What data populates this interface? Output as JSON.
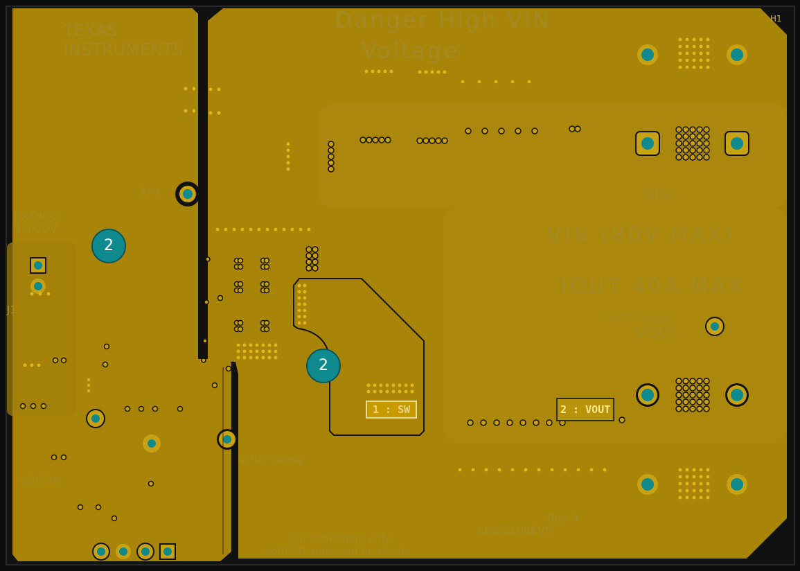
{
  "board": {
    "copper_color": "#a88408",
    "background_color": "#0d0d0d",
    "pad_color": "#0f8a8e",
    "silkscreen_color": "#b5981f"
  },
  "labels": {
    "sw": "1 : SW",
    "vout": "2 : VOUT",
    "net_a": "2",
    "net_b": "2"
  },
  "silkscreen": {
    "logo_line1": "TEXAS",
    "logo_line2": "INSTRUMENTS",
    "danger": "Danger High VIN",
    "voltage": "Voltage",
    "vin_max": "VIN (80V MAX)",
    "iout_max": "IOUT 40A MAX",
    "vin_minus": "VIN-",
    "vout_sense": "VOUT Sense",
    "vout_minus": "VOUT-",
    "vout_sense_bottom": "VOUT Sense",
    "extvcc": "EXTVCC",
    "extvcc_range": "5.5-10V",
    "tp1": "TP1",
    "j1": "J1",
    "vcc_5v": "VCC 5V",
    "for_eval": "For evaluation only",
    "not_fcc": "not FCC approved for resale",
    "rev": "Rev A",
    "part": "LMG2100EVM",
    "corner_ref": "H1"
  }
}
